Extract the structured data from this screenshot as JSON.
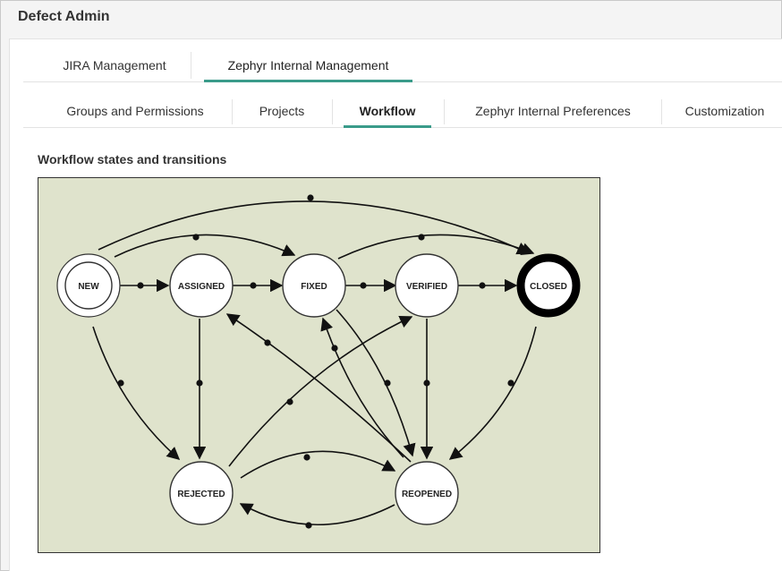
{
  "header": {
    "title": "Defect Admin"
  },
  "main_tabs": [
    {
      "label": "JIRA Management",
      "active": false
    },
    {
      "label": "Zephyr Internal Management",
      "active": true
    }
  ],
  "sub_tabs": [
    {
      "label": "Groups and Permissions",
      "active": false
    },
    {
      "label": "Projects",
      "active": false
    },
    {
      "label": "Workflow",
      "active": true
    },
    {
      "label": "Zephyr Internal Preferences",
      "active": false
    },
    {
      "label": "Customization",
      "active": false
    }
  ],
  "workflow": {
    "section_title": "Workflow states and transitions",
    "states": {
      "new": "NEW",
      "assigned": "ASSIGNED",
      "fixed": "FIXED",
      "verified": "VERIFIED",
      "closed": "CLOSED",
      "rejected": "REJECTED",
      "reopened": "REOPENED"
    },
    "colors": {
      "background": "#dfe3cc",
      "accent": "#3a9b8a"
    }
  }
}
